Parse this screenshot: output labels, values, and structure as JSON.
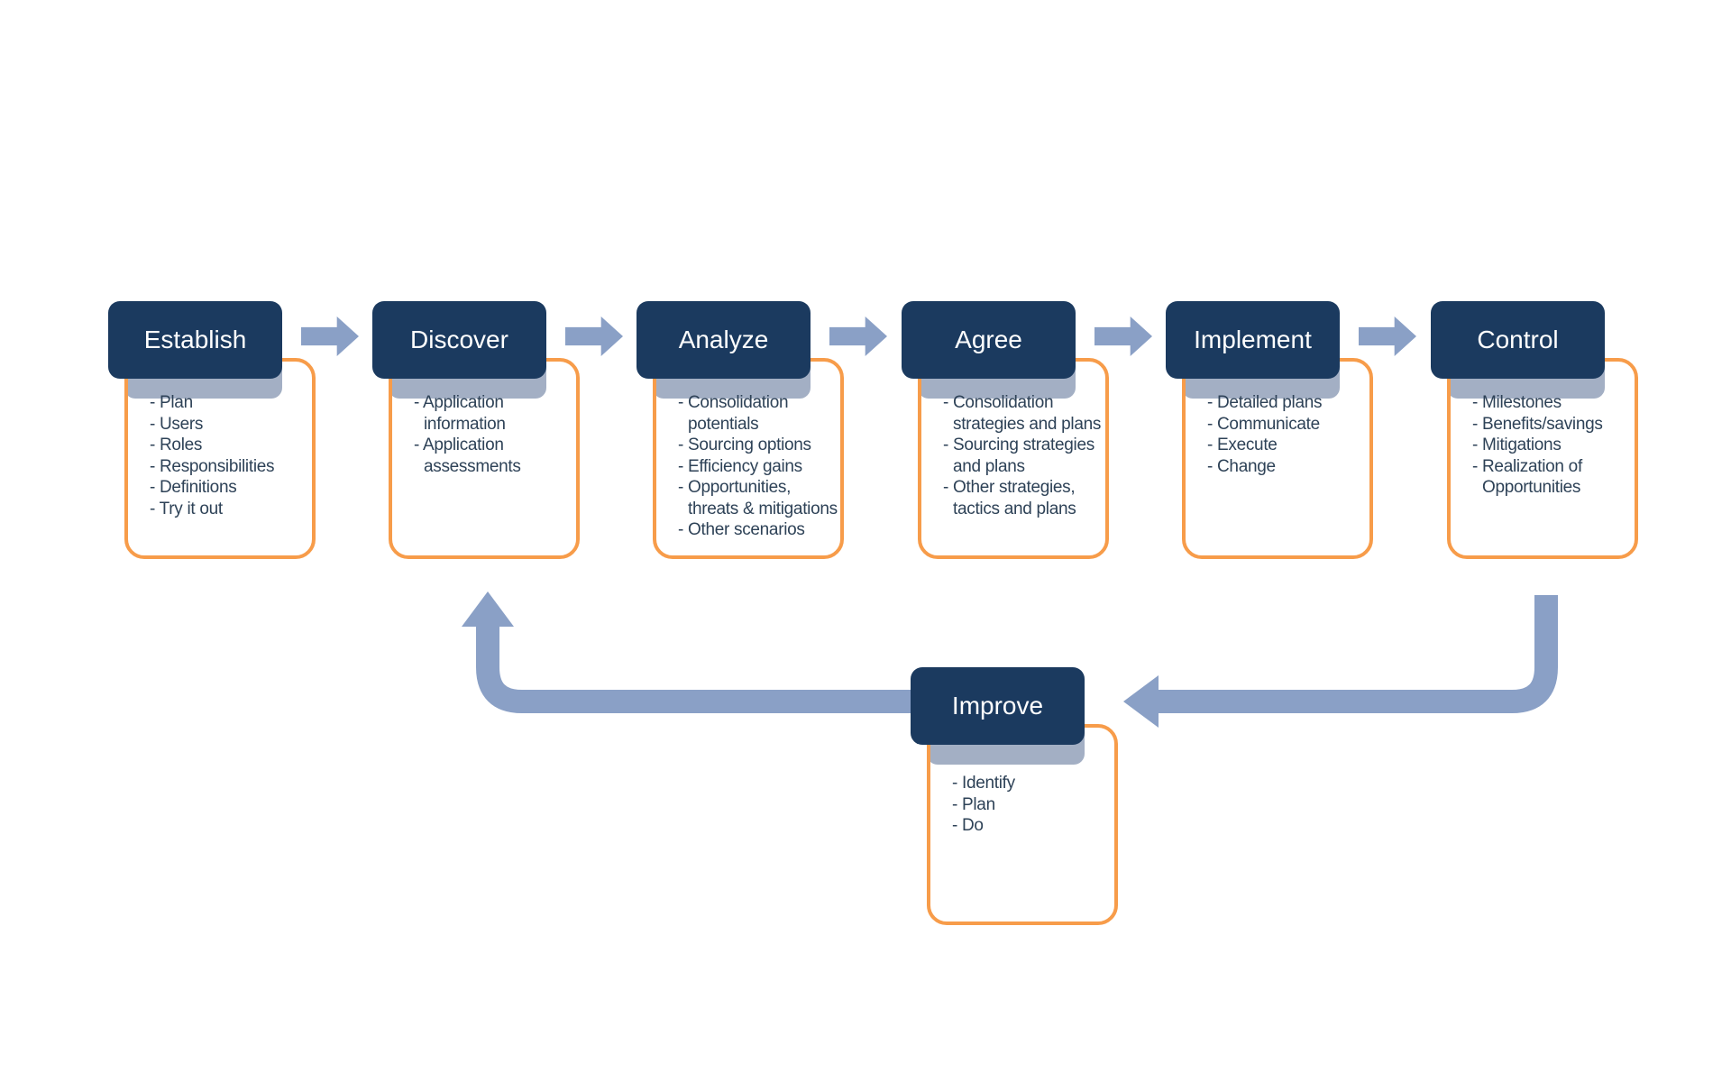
{
  "diagram": {
    "bullet_prefix": "- ",
    "colors": {
      "header_bg": "#1b3a5f",
      "header_text": "#ffffff",
      "shadow": "#a3afc4",
      "arrow": "#8aa0c6",
      "box_border": "#f79c4a",
      "item_text": "#2e4257",
      "background": "#ffffff"
    },
    "stages": [
      {
        "label": "Establish",
        "items": [
          "Plan",
          "Users",
          "Roles",
          "Responsibilities",
          "Definitions",
          "Try it out"
        ]
      },
      {
        "label": "Discover",
        "items": [
          "Application information",
          "Application assessments"
        ]
      },
      {
        "label": "Analyze",
        "items": [
          "Consolidation potentials",
          "Sourcing options",
          "Efficiency gains",
          "Opportunities, threats & mitigations",
          "Other scenarios"
        ]
      },
      {
        "label": "Agree",
        "items": [
          "Consolidation strategies and plans",
          "Sourcing strategies and plans",
          "Other strategies, tactics and plans"
        ]
      },
      {
        "label": "Implement",
        "items": [
          "Detailed plans",
          "Communicate",
          "Execute",
          "Change"
        ]
      },
      {
        "label": "Control",
        "items": [
          "Milestones",
          "Benefits/savings",
          "Mitigations",
          "Realization of Opportunities"
        ]
      },
      {
        "label": "Improve",
        "items": [
          "Identify",
          "Plan",
          "Do"
        ]
      }
    ]
  }
}
